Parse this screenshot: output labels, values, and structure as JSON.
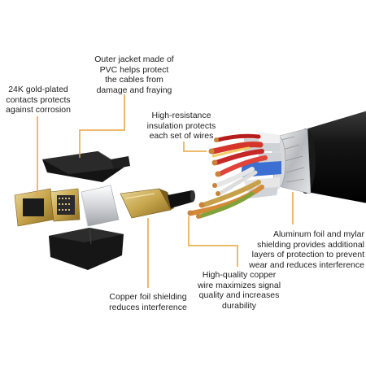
{
  "accent_color": "#e8a33a",
  "labels": {
    "jacket": "Outer jacket made of\nPVC helps protect\nthe cables from\ndamage and fraying",
    "gold_contacts": "24K gold-plated\ncontacts protects\nagainst corrosion",
    "insulation": "High-resistance\ninsulation protects\neach set of wires",
    "aluminum": "Aluminum foil and mylar\nshielding provides additional\nlayers of protection to prevent\nwear and reduces interference",
    "copper_wire": "High-quality copper\nwire maximizes signal\nquality and increases\ndurability",
    "copper_foil": "Copper foil shielding\nreduces interference"
  }
}
